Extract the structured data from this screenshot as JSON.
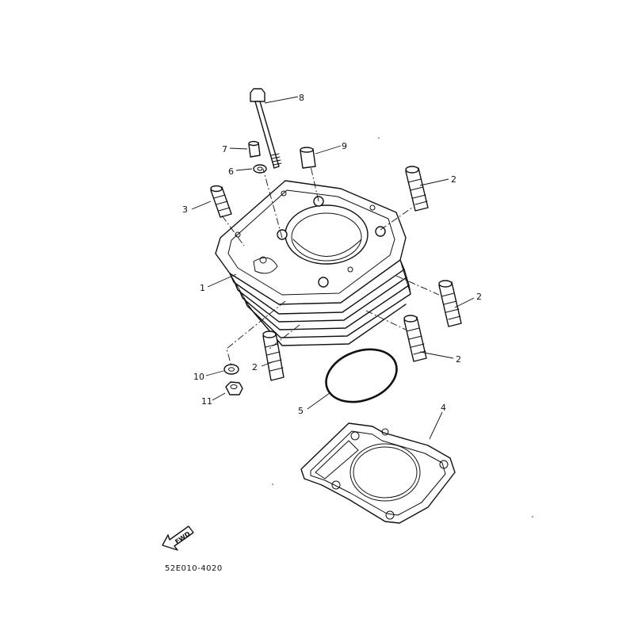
{
  "diagram": {
    "part_code": "52E010-4020",
    "fwd_label": "FWD",
    "callouts": [
      {
        "id": "c8",
        "part": "bolt",
        "label": "8"
      },
      {
        "id": "c7",
        "part": "dowel-pin",
        "label": "7"
      },
      {
        "id": "c9",
        "part": "dowel-pin-upper",
        "label": "9"
      },
      {
        "id": "c6",
        "part": "washer",
        "label": "6"
      },
      {
        "id": "c3",
        "part": "stud-bolt-left",
        "label": "3"
      },
      {
        "id": "c2a",
        "part": "stud-bolt-top-right",
        "label": "2"
      },
      {
        "id": "c1",
        "part": "cylinder",
        "label": "1"
      },
      {
        "id": "c2b",
        "part": "stud-bolt-mid-right",
        "label": "2"
      },
      {
        "id": "c2c",
        "part": "stud-bolt-low-right",
        "label": "2"
      },
      {
        "id": "c2d",
        "part": "stud-bolt-low-left",
        "label": "2"
      },
      {
        "id": "c10",
        "part": "washer-lower",
        "label": "10"
      },
      {
        "id": "c11",
        "part": "nut",
        "label": "11"
      },
      {
        "id": "c5",
        "part": "o-ring",
        "label": "5"
      },
      {
        "id": "c4",
        "part": "cylinder-gasket",
        "label": "4"
      }
    ]
  }
}
